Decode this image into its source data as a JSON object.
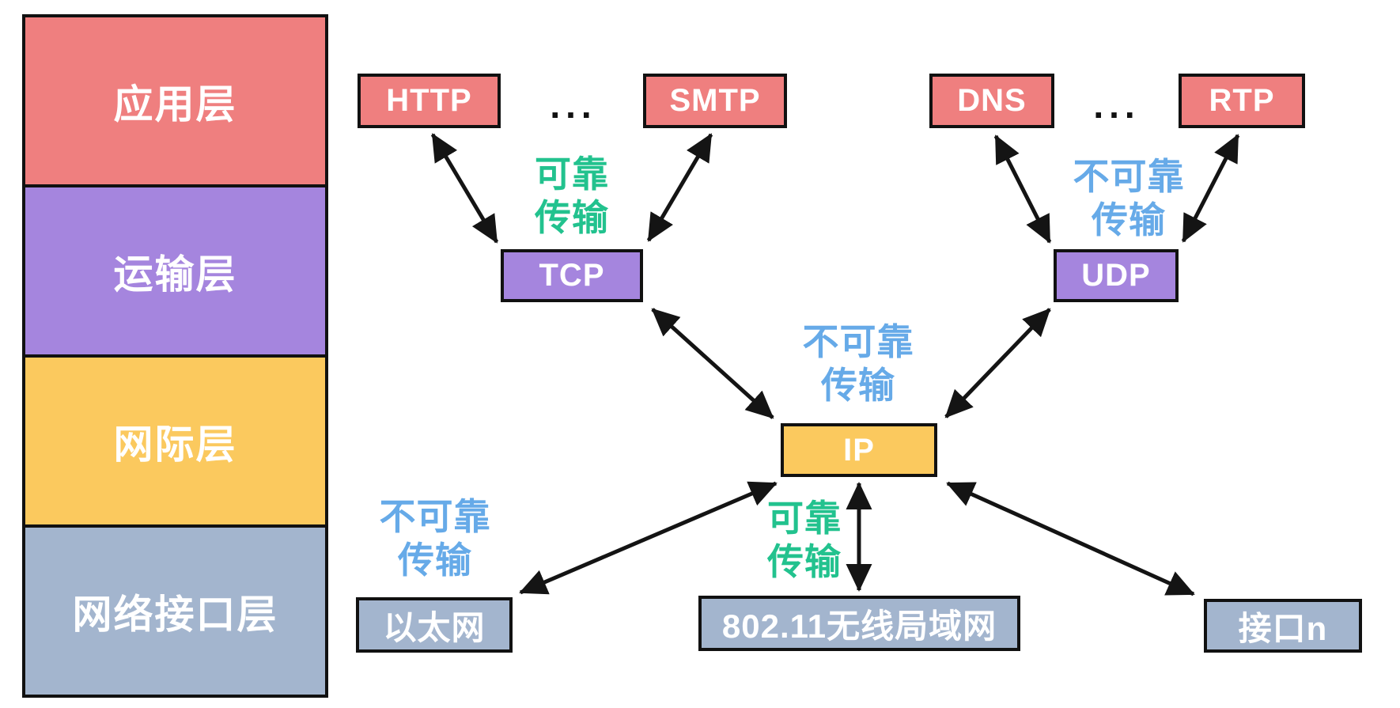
{
  "diagram_title": "TCP/IP protocol stack layers and protocols",
  "colors": {
    "application_red": "#EF7F7F",
    "transport_purple": "#A585DE",
    "internet_yellow": "#FBC95E",
    "link_gray": "#A3B5CE",
    "box_border": "#111111",
    "arrow": "#141414",
    "reliable_green": "#22C28E",
    "unreliable_blue": "#66AAE8",
    "label_white": "#FFFFFF"
  },
  "stack": {
    "layers": [
      {
        "id": "application",
        "label": "应用层"
      },
      {
        "id": "transport",
        "label": "运输层"
      },
      {
        "id": "internet",
        "label": "网际层"
      },
      {
        "id": "network-interface",
        "label": "网络接口层"
      }
    ]
  },
  "protocols": {
    "http": "HTTP",
    "smtp": "SMTP",
    "dns": "DNS",
    "rtp": "RTP",
    "tcp": "TCP",
    "udp": "UDP",
    "ip": "IP",
    "ethernet": "以太网",
    "wlan": "802.11无线局域网",
    "interface_n": "接口n"
  },
  "ellipsis": "...",
  "labels": {
    "reliable": {
      "line1": "可靠",
      "line2": "传输"
    },
    "unreliable": {
      "line1": "不可靠",
      "line2": "传输"
    }
  }
}
